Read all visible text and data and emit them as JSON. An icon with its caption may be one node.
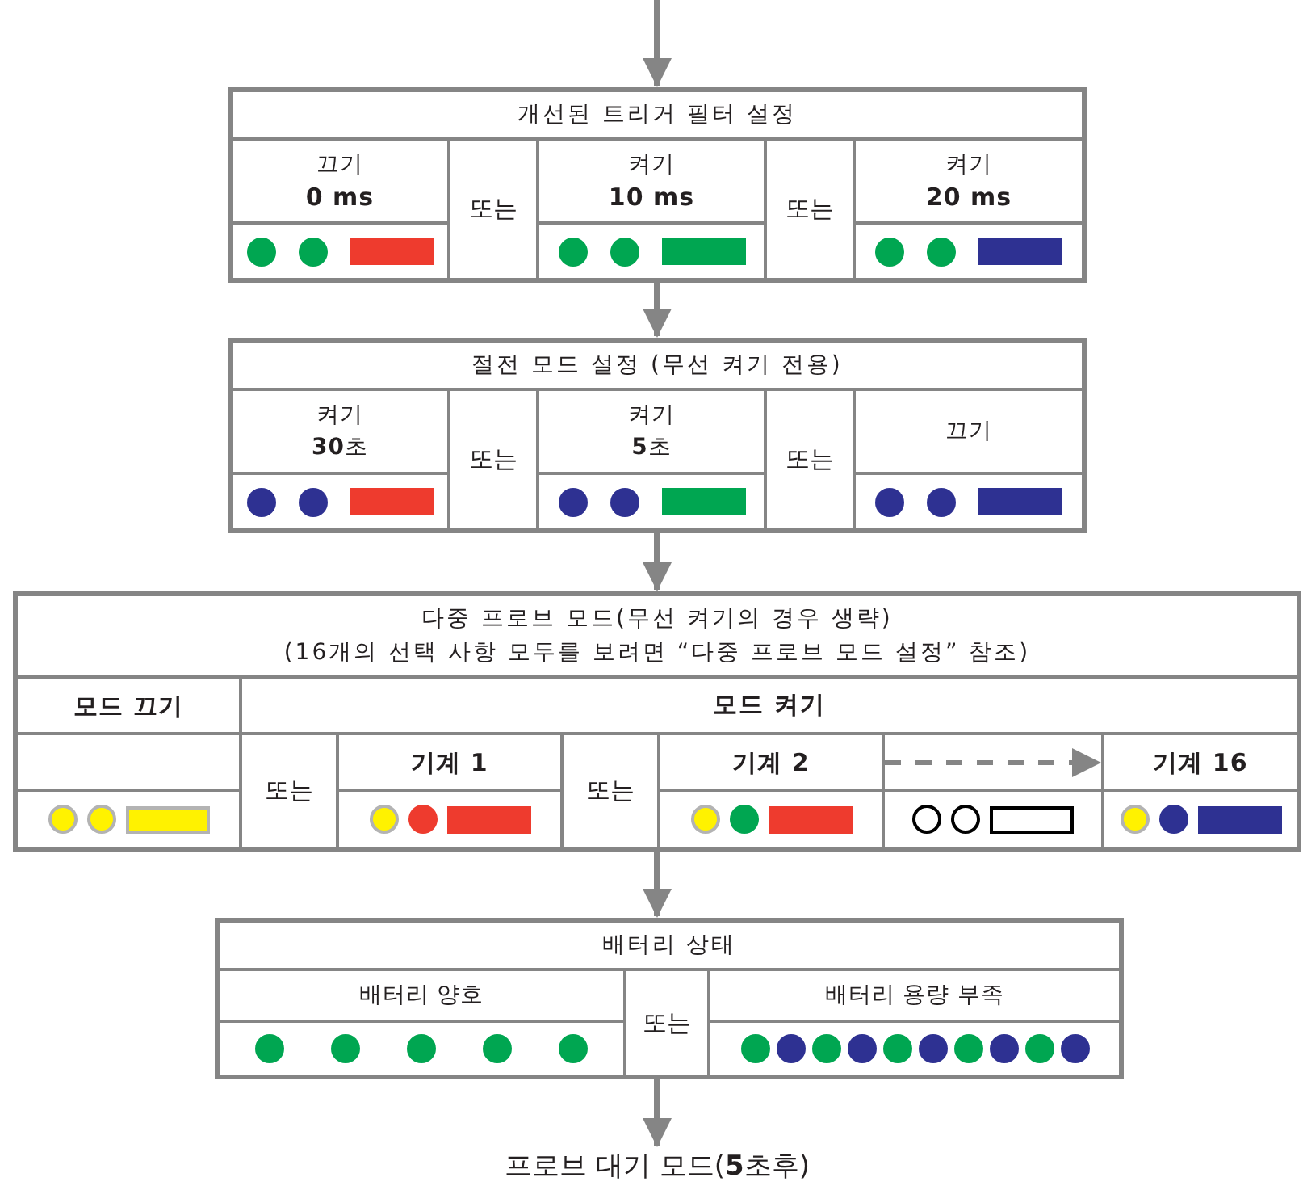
{
  "diagram": {
    "nodes": [
      {
        "text": [
          "개선된 트리거 필터 설정"
        ]
      },
      {
        "text": [
          "끄기",
          "0 ms"
        ],
        "in": 0
      },
      {
        "text": [
          "또는"
        ],
        "in": 0
      },
      {
        "text": [
          "켜기",
          "10 ms"
        ],
        "in": 0
      },
      {
        "text": [
          "또는"
        ],
        "in": 0
      },
      {
        "text": [
          "켜기",
          "20 ms"
        ],
        "in": 0
      },
      {
        "text": [
          "절전 모드 설정 (무선 켜기 전용)"
        ]
      },
      {
        "text": [
          "켜기",
          "**30**초"
        ],
        "in": 6
      },
      {
        "text": [
          "또는"
        ],
        "in": 6
      },
      {
        "text": [
          "켜기",
          "**5**초"
        ],
        "in": 6
      },
      {
        "text": [
          "또는"
        ],
        "in": 6
      },
      {
        "text": [
          "끄기"
        ],
        "in": 6
      },
      {
        "text": [
          "다중 프로브 모드(무선 켜기의 경우 생략)",
          "(16개의 선택 사항 모두를 보려면 “다중 프로브 모드 설정” 참조)"
        ]
      },
      {
        "text": [
          "모드 끄기"
        ],
        "in": 12
      },
      {
        "text": [
          "모드 켜기"
        ],
        "in": 12
      },
      {
        "text": [
          "또는"
        ],
        "in": 14
      },
      {
        "text": [
          "기계 1"
        ],
        "in": 14
      },
      {
        "text": [
          "또는"
        ],
        "in": 14
      },
      {
        "text": [
          "기계 2"
        ],
        "in": 14
      },
      {
        "text": [],
        "shape": "box",
        "in": 14
      },
      {
        "text": [
          "기계 16"
        ],
        "in": 14
      },
      {
        "text": [
          "배터리 상태"
        ]
      },
      {
        "text": [
          "배터리 양호"
        ],
        "in": 21
      },
      {
        "text": [
          "또는"
        ],
        "in": 21
      },
      {
        "text": [
          "배터리 용량 부족"
        ],
        "in": 21
      },
      {
        "text": [
          "프로브 대기 모드(**5**초후)"
        ]
      }
    ],
    "edges": [
      {
        "from": null,
        "to": 0,
        "arrow": "to"
      },
      {
        "from": 0,
        "to": 6,
        "arrow": "to"
      },
      {
        "from": 6,
        "to": 12,
        "arrow": "to"
      },
      {
        "from": 12,
        "to": 21,
        "arrow": "to"
      },
      {
        "from": 21,
        "to": 25,
        "arrow": "to"
      },
      {
        "from": 18,
        "to": 20,
        "arrow": "to",
        "style": "dashed"
      }
    ]
  }
}
